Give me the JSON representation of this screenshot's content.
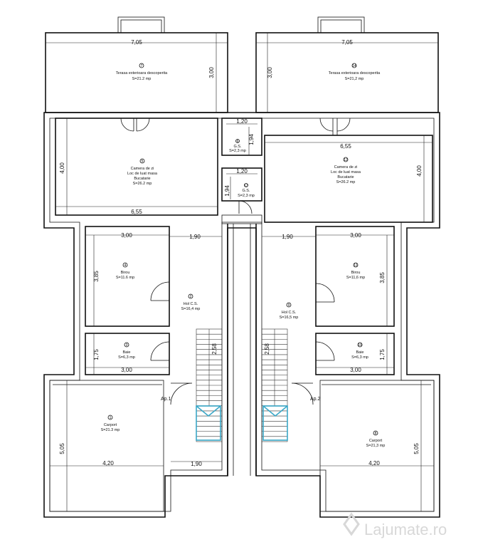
{
  "dimensions": {
    "terrace_width_left": "7,05",
    "terrace_width_right": "7,05",
    "terrace_depth_left": "3,00",
    "terrace_depth_right": "3,00",
    "day_room_height_left": "4,00",
    "day_room_height_right": "4,00",
    "day_room_width_left": "6,55",
    "day_room_width_right": "6,55",
    "wc_width": "1,20",
    "wc_height": "1,94",
    "closet_width": "1,20",
    "closet_height": "1,94",
    "hall_width_left": "1,90",
    "hall_width_right": "1,90",
    "office_width_left": "3,00",
    "office_width_right": "3,00",
    "office_height_left": "3,85",
    "office_height_right": "3,85",
    "bath_height_left": "1,75",
    "bath_height_right": "1,75",
    "bath_width_left": "3,00",
    "bath_width_right": "3,00",
    "stair_left": "2,58",
    "stair_right": "2,58",
    "carport_height_left": "5,05",
    "carport_height_right": "5,05",
    "carport_width_left": "4,20",
    "carport_width_right": "4,20",
    "entry_width": "1,90"
  },
  "rooms": {
    "terrace_left": {
      "num": "7",
      "name": "Terasa exterioara descoperita",
      "area": "S=21.2 mp"
    },
    "terrace_right": {
      "num": "14",
      "name": "Terasa exterioara descoperita",
      "area": "S=21,2 mp"
    },
    "day_left": {
      "num": "5",
      "l1": "Camera de zi",
      "l2": "Loc de luat masa",
      "l3": "Bucatarie",
      "area": "S=26.2 mp"
    },
    "day_right": {
      "num": "12",
      "l1": "Camera de zi",
      "l2": "Loc de luat masa",
      "l3": "Bucatarie",
      "area": "S=26.2 mp"
    },
    "wc": {
      "num": "6",
      "name": "G.S.",
      "area": "S=2,3 mp"
    },
    "closet": {
      "num": "13",
      "name": "G.S.",
      "area": "S=2,3 mp"
    },
    "office_left": {
      "num": "4",
      "name": "Birou",
      "area": "S=11.6 mp"
    },
    "office_right": {
      "num": "11",
      "name": "Birou",
      "area": "S=11,6 mp"
    },
    "hall_left": {
      "num": "2",
      "name": "Hol C.S.",
      "area": "S=16,4 mp"
    },
    "hall_right": {
      "num": "9",
      "name": "Hol C.S.",
      "area": "S=16,5 mp"
    },
    "bath_left": {
      "num": "3",
      "name": "Baie",
      "area": "S=6,3 mp"
    },
    "bath_right": {
      "num": "10",
      "name": "Baie",
      "area": "S=6,3 mp"
    },
    "carport_left": {
      "num": "1",
      "name": "Carport",
      "area": "S=21.3 mp"
    },
    "carport_right": {
      "num": "8",
      "name": "Carport",
      "area": "S=21,3 mp"
    }
  },
  "labels": {
    "apartment_left": "Ap.1",
    "apartment_right": "Ap.2"
  },
  "watermark": "Lajumate.ro",
  "colors": {
    "stair_highlight": "#3aa8c8",
    "walls": "#111111"
  }
}
